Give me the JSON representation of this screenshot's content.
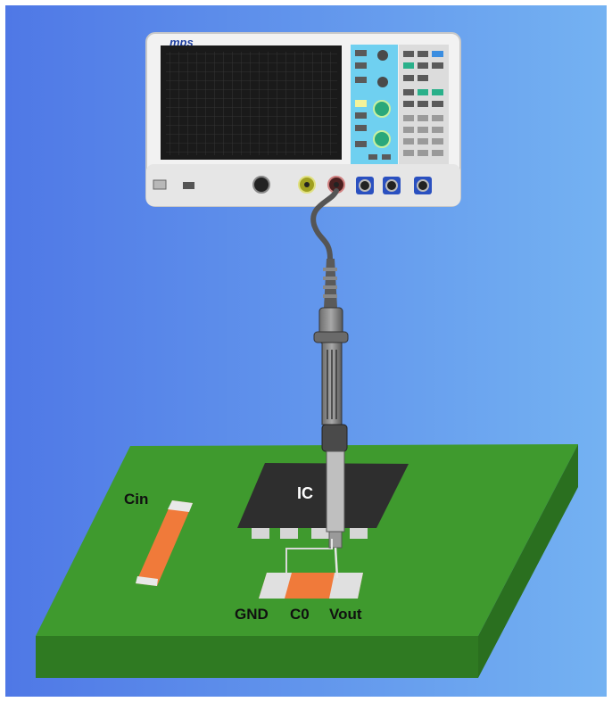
{
  "scope": {
    "brand": "mps"
  },
  "board": {
    "ic_label": "IC",
    "cin_label": "Cin",
    "gnd_label": "GND",
    "co_label": "C0",
    "vout_label": "Vout"
  },
  "colors": {
    "background_left": "#4f78e6",
    "background_right": "#74b2f2",
    "pcb_top": "#3f9a2e",
    "pcb_side": "#2f7a22",
    "ic_body": "#2e2e2e",
    "capacitor": "#f07a3a",
    "scope_body": "#f2f2f2",
    "scope_screen": "#1a1a1a",
    "scope_panel": "#6fd0f0",
    "probe_cable": "#666666"
  }
}
